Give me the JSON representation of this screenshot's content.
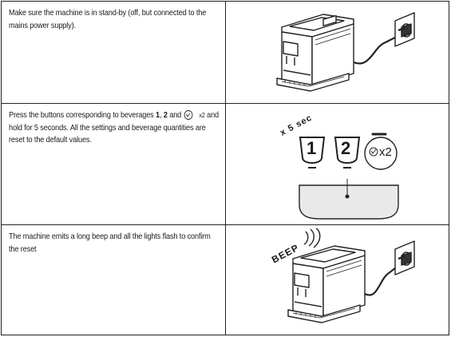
{
  "steps": [
    {
      "text": "Make sure the machine is in stand-by (off, but connected to the mains power supply)."
    },
    {
      "text_before": "Press the buttons corresponding to beverages ",
      "num1": "1",
      "sep1": ", ",
      "num2": "2",
      "sep2": " and ",
      "icon_label": "x2",
      "text_after": " and hold for 5 seconds. All the settings and beverage quantities are reset to the default values.",
      "press_duration_label": "x 5 sec",
      "button1_label": "1",
      "button2_label": "2",
      "button3_label": "x2"
    },
    {
      "text": "The machine emits a long beep and all the lights flash to confirm the reset",
      "beep_label": "BEEP"
    }
  ],
  "colors": {
    "line": "#222222",
    "panel_fill": "#e9e9e9"
  }
}
